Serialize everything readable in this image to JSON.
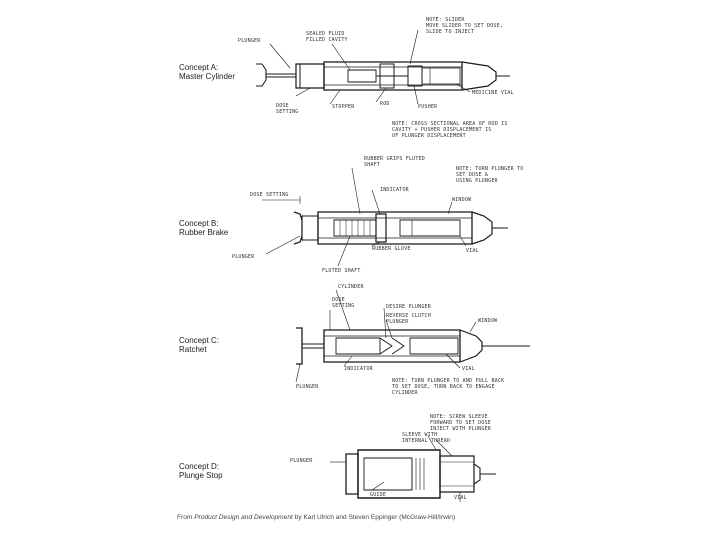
{
  "concepts": [
    {
      "title_line1": "Concept A:",
      "title_line2": "Master Cylinder",
      "labels": {
        "plunger": "PLUNGER",
        "sealed_fluid_1": "SEALED FLUID",
        "sealed_fluid_2": "FILLED CAVITY",
        "note_slider_1": "NOTE: SLIDER",
        "note_slider_2": "MOVE SLIDER TO SET DOSE,",
        "note_slider_3": "SLIDE TO INJECT",
        "dose_setting_1": "DOSE",
        "dose_setting_2": "SETTING",
        "stopper": "STOPPER",
        "rod": "ROD",
        "pusher": "PUSHER",
        "medicine_vial": "MEDICINE VIAL",
        "note_area_1": "NOTE: CROSS SECTIONAL AREA OF ROD IS",
        "note_area_2": "CAVITY + PUSHER DISPLACEMENT IS",
        "note_area_3": "OF PLUNGER DISPLACEMENT"
      }
    },
    {
      "title_line1": "Concept B:",
      "title_line2": "Rubber Brake",
      "labels": {
        "rubber_grips_1": "RUBBER GRIPS FLUTED",
        "rubber_grips_2": "SHAFT",
        "note_turn_1": "NOTE: TURN PLUNGER TO",
        "note_turn_2": "SET DOSE &",
        "note_turn_3": "USING PLUNGER",
        "indicator": "INDICATOR",
        "dose_setting": "DOSE SETTING",
        "window": "WINDOW",
        "rubber_glove": "RUBBER GLOVE",
        "vial": "VIAL",
        "plunger": "PLUNGER",
        "fluted_shaft": "FLUTED SHAFT"
      }
    },
    {
      "title_line1": "Concept C:",
      "title_line2": "Ratchet",
      "labels": {
        "cylinder": "CYLINDER",
        "dose_setting_1": "DOSE",
        "dose_setting_2": "SETTING",
        "desire_plunger": "DESIRE PLUNGER",
        "reverse_clutch_1": "REVERSE CLUTCH",
        "reverse_clutch_2": "PLUNGER",
        "window": "WINDOW",
        "indicator": "INDICATOR",
        "vial": "VIAL",
        "plunger": "PLUNGER",
        "note_1": "NOTE: TURN PLUNGER TO AND PULL BACK",
        "note_2": "TO SET DOSE, TURN BACK TO ENGAGE",
        "note_3": "CYLINDER"
      }
    },
    {
      "title_line1": "Concept D:",
      "title_line2": "Plunge Stop",
      "labels": {
        "note_screw_1": "NOTE: SCREW SLEEVE",
        "note_screw_2": "FORWARD TO SET DOSE",
        "note_screw_3": "INJECT WITH PLUNGER",
        "sleeve_1": "SLEEVE WITH",
        "sleeve_2": "INTERNAL THREAD",
        "plunger": "PLUNGER",
        "guide": "GUIDE",
        "vial": "VIAL"
      }
    }
  ],
  "caption": {
    "prefix": "From ",
    "title": "Product Design and Development",
    "suffix": " by Karl Ulrich and Steven Eppinger (McGraw-Hill/Irwin)"
  }
}
